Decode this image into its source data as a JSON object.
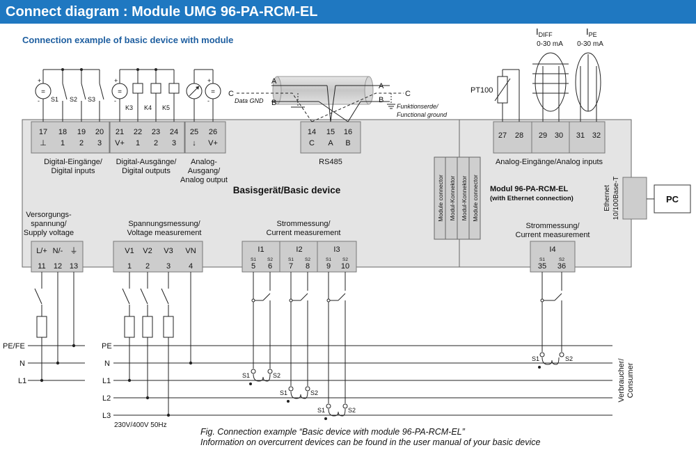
{
  "title": "Connect diagram : Module UMG 96-PA-RCM-EL",
  "subtitle": "Connection example of basic device with module",
  "caption": {
    "line1": "Fig. Connection example “Basic device with module 96-PA-RCM-EL”",
    "line2": "Information on overcurrent devices can be found in the user manual of your basic device"
  },
  "terminals": {
    "t17": {
      "num": "17",
      "sub": "⊥"
    },
    "t18": {
      "num": "18",
      "sub": "1"
    },
    "t19": {
      "num": "19",
      "sub": "2"
    },
    "t20": {
      "num": "20",
      "sub": "3"
    },
    "t21": {
      "num": "21",
      "sub": "V+"
    },
    "t22": {
      "num": "22",
      "sub": "1"
    },
    "t23": {
      "num": "23",
      "sub": "2"
    },
    "t24": {
      "num": "24",
      "sub": "3"
    },
    "t25": {
      "num": "25",
      "sub": "↓"
    },
    "t26": {
      "num": "26",
      "sub": "V+"
    },
    "t14": {
      "num": "14",
      "sub": "C"
    },
    "t15": {
      "num": "15",
      "sub": "A"
    },
    "t16": {
      "num": "16",
      "sub": "B"
    },
    "t27": {
      "num": "27"
    },
    "t28": {
      "num": "28"
    },
    "t29": {
      "num": "29"
    },
    "t30": {
      "num": "30"
    },
    "t31": {
      "num": "31"
    },
    "t32": {
      "num": "32"
    },
    "t11": {
      "num": "11",
      "top": "L/+"
    },
    "t12": {
      "num": "12",
      "top": "N/-"
    },
    "t13": {
      "num": "13",
      "top": "⏚"
    },
    "t1": {
      "num": "1",
      "top": "V1"
    },
    "t2": {
      "num": "2",
      "top": "V2"
    },
    "t3": {
      "num": "3",
      "top": "V3"
    },
    "t4": {
      "num": "4",
      "top": "VN"
    },
    "t5": {
      "num": "5"
    },
    "t6": {
      "num": "6"
    },
    "t7": {
      "num": "7"
    },
    "t8": {
      "num": "8"
    },
    "t9": {
      "num": "9"
    },
    "t10": {
      "num": "10"
    },
    "t35": {
      "num": "35"
    },
    "t36": {
      "num": "36"
    },
    "i1": "I1",
    "i2": "I2",
    "i3": "I3",
    "i4": "I4",
    "s1": "S1",
    "s2": "S2"
  },
  "labels": {
    "digital_inputs": [
      "Digital-Eingänge/",
      "Digital inputs"
    ],
    "digital_outputs": [
      "Digital-Ausgänge/",
      "Digital outputs"
    ],
    "analog_output": [
      "Analog-",
      "Ausgang/",
      "Analog output"
    ],
    "rs485": "RS485",
    "analog_inputs": "Analog-Eingänge/Analog inputs",
    "basic_device": "Basisgerät/Basic device",
    "module_name": "Modul 96-PA-RCM-EL",
    "module_sub": "(with Ethernet connection)",
    "module_connector_1": "Module connector",
    "modul_konnektor_1": "Modul-Konnektor",
    "modul_konnektor_2": "Modul-Konnektor",
    "module_connector_2": "Module connector",
    "ethernet": [
      "Ethernet",
      "10/100Base-T"
    ],
    "pc": "PC",
    "supply": [
      "Versorgungs-",
      "spannung/",
      "Supply voltage"
    ],
    "voltage_meas": [
      "Spannungsmessung/",
      "Voltage measurement"
    ],
    "current_meas": [
      "Strommessung/",
      "Current measurement"
    ],
    "current_meas_module": [
      "Strommessung/",
      "Current measurement"
    ],
    "pt100": "PT100",
    "i_diff": "I",
    "i_diff_sub": "DIFF",
    "i_diff_range": "0-30 mA",
    "i_pe": "I",
    "i_pe_sub": "PE",
    "i_pe_range": "0-30 mA",
    "s1_in": "S1",
    "s2_in": "S2",
    "s3_in": "S3",
    "k3": "K3",
    "k4": "K4",
    "k5": "K5",
    "cable_a": "A",
    "cable_b": "B",
    "cable_c": "C",
    "data_gnd": "Data GND",
    "functional_ground": [
      "Funktionserde/",
      "Functional ground"
    ],
    "pe_fe": "PE/FE",
    "n_left": "N",
    "l1_left": "L1",
    "pe": "PE",
    "n": "N",
    "l1": "L1",
    "l2": "L2",
    "l3": "L3",
    "mains": "230V/400V  50Hz",
    "consumer": [
      "Verbraucher/",
      "Consumer"
    ]
  }
}
